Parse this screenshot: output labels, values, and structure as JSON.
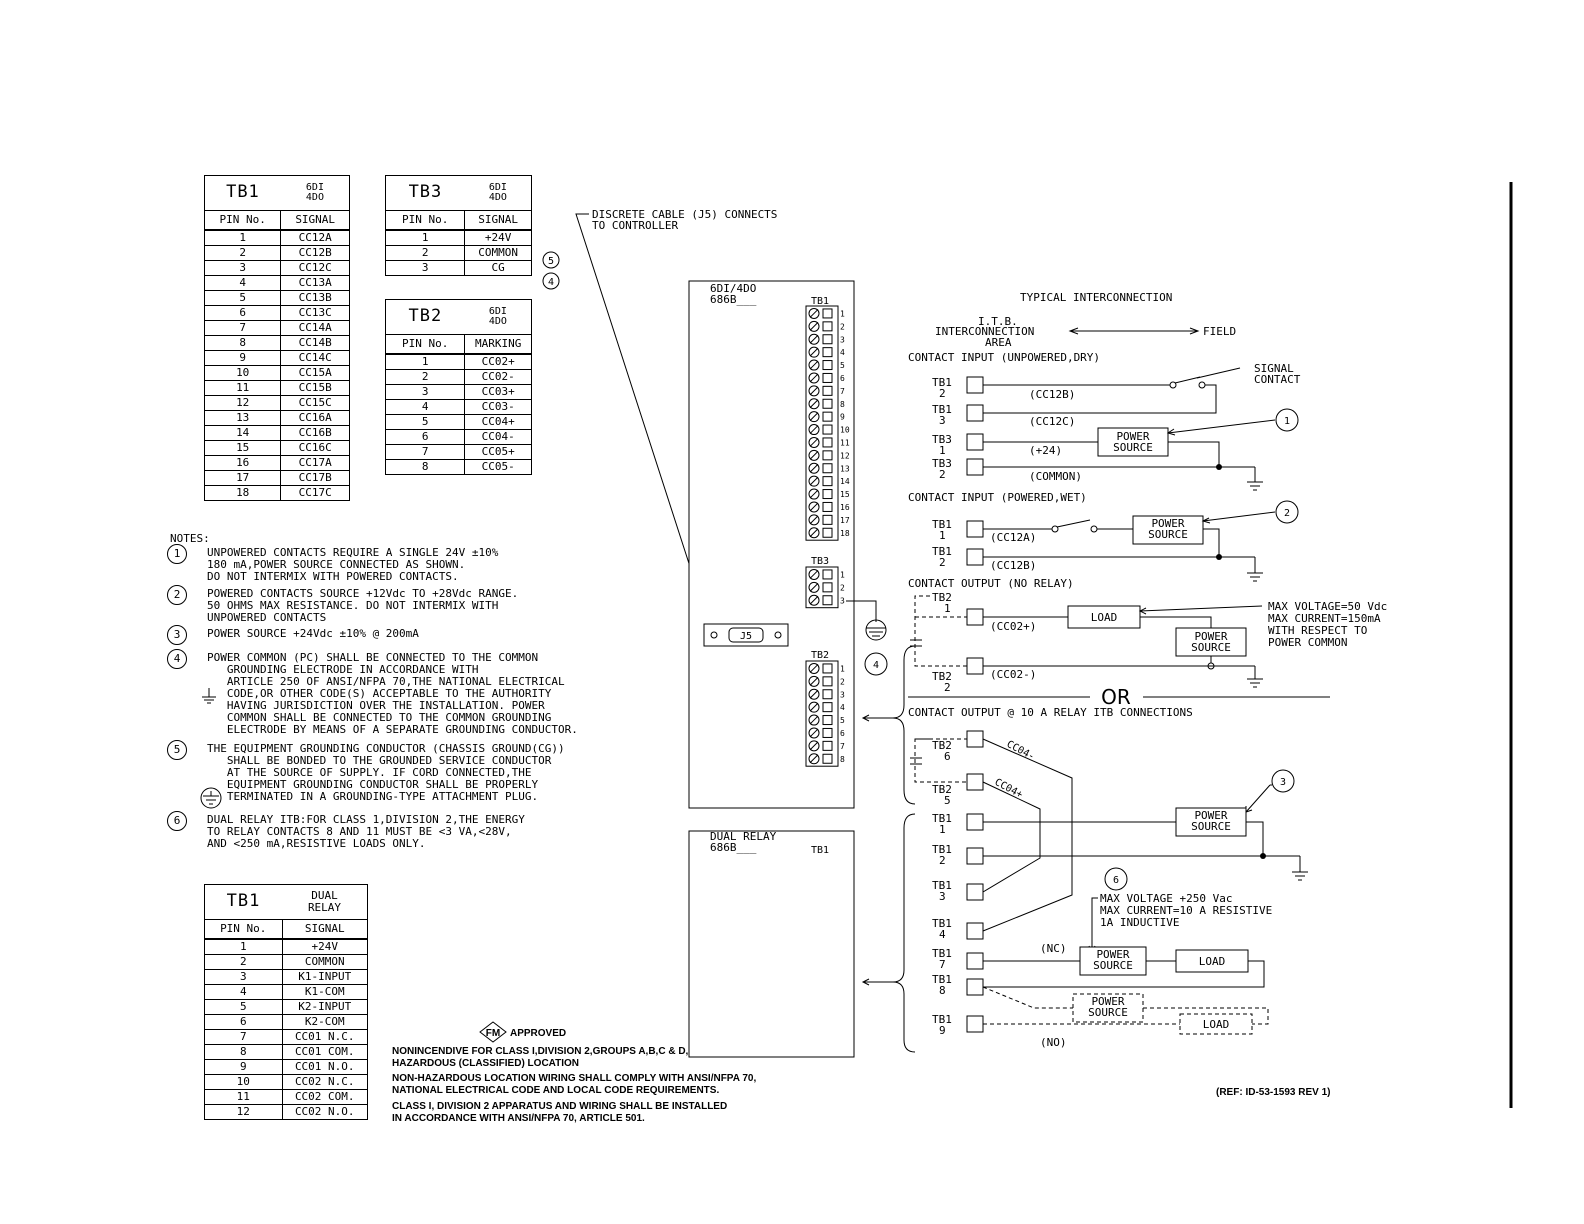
{
  "tb1_table": {
    "title": "TB1",
    "sub1": "6DI",
    "sub2": "4DO",
    "col_pin": "PIN No.",
    "col_signal": "SIGNAL",
    "rows": [
      [
        "1",
        "CC12A"
      ],
      [
        "2",
        "CC12B"
      ],
      [
        "3",
        "CC12C"
      ],
      [
        "4",
        "CC13A"
      ],
      [
        "5",
        "CC13B"
      ],
      [
        "6",
        "CC13C"
      ],
      [
        "7",
        "CC14A"
      ],
      [
        "8",
        "CC14B"
      ],
      [
        "9",
        "CC14C"
      ],
      [
        "10",
        "CC15A"
      ],
      [
        "11",
        "CC15B"
      ],
      [
        "12",
        "CC15C"
      ],
      [
        "13",
        "CC16A"
      ],
      [
        "14",
        "CC16B"
      ],
      [
        "15",
        "CC16C"
      ],
      [
        "16",
        "CC17A"
      ],
      [
        "17",
        "CC17B"
      ],
      [
        "18",
        "CC17C"
      ]
    ]
  },
  "tb3_table": {
    "title": "TB3",
    "sub1": "6DI",
    "sub2": "4DO",
    "col_pin": "PIN No.",
    "col_signal": "SIGNAL",
    "rows": [
      [
        "1",
        "+24V"
      ],
      [
        "2",
        "COMMON"
      ],
      [
        "3",
        "CG"
      ]
    ]
  },
  "tb2_table": {
    "title": "TB2",
    "sub1": "6DI",
    "sub2": "4DO",
    "col_pin": "PIN No.",
    "col_signal": "MARKING",
    "rows": [
      [
        "1",
        "CC02+"
      ],
      [
        "2",
        "CC02-"
      ],
      [
        "3",
        "CC03+"
      ],
      [
        "4",
        "CC03-"
      ],
      [
        "5",
        "CC04+"
      ],
      [
        "6",
        "CC04-"
      ],
      [
        "7",
        "CC05+"
      ],
      [
        "8",
        "CC05-"
      ]
    ]
  },
  "relay_table": {
    "title": "TB1",
    "sub1": "DUAL",
    "sub2": "RELAY",
    "col_pin": "PIN No.",
    "col_signal": "SIGNAL",
    "rows": [
      [
        "1",
        "+24V"
      ],
      [
        "2",
        "COMMON"
      ],
      [
        "3",
        "K1-INPUT"
      ],
      [
        "4",
        "K1-COM"
      ],
      [
        "5",
        "K2-INPUT"
      ],
      [
        "6",
        "K2-COM"
      ],
      [
        "7",
        "CC01 N.C."
      ],
      [
        "8",
        "CC01 COM."
      ],
      [
        "9",
        "CC01 N.O."
      ],
      [
        "10",
        "CC02 N.C."
      ],
      [
        "11",
        "CC02 COM."
      ],
      [
        "12",
        "CC02 N.O."
      ]
    ]
  },
  "tb3_markers": [
    "5",
    "4"
  ],
  "notes": {
    "heading": "NOTES:",
    "items": [
      {
        "num": "1",
        "lines": [
          "UNPOWERED CONTACTS REQUIRE A SINGLE 24V ±10%",
          "180 mA,POWER SOURCE CONNECTED AS SHOWN.",
          "DO NOT INTERMIX WITH POWERED CONTACTS."
        ]
      },
      {
        "num": "2",
        "lines": [
          "POWERED CONTACTS SOURCE +12Vdc TO +28Vdc RANGE.",
          "50 OHMS MAX RESISTANCE. DO NOT INTERMIX WITH",
          "UNPOWERED CONTACTS"
        ]
      },
      {
        "num": "3",
        "lines": [
          "POWER SOURCE +24Vdc ±10% @ 200mA"
        ]
      },
      {
        "num": "4",
        "lines": [
          "POWER COMMON (PC) SHALL BE CONNECTED TO THE COMMON",
          "   GROUNDING ELECTRODE IN ACCORDANCE WITH",
          "   ARTICLE 250 OF ANSI/NFPA 70,THE NATIONAL ELECTRICAL",
          "   CODE,OR OTHER CODE(S) ACCEPTABLE TO THE AUTHORITY",
          "   HAVING JURISDICTION OVER THE INSTALLATION. POWER",
          "   COMMON SHALL BE CONNECTED TO THE COMMON GROUNDING",
          "   ELECTRODE BY MEANS OF A SEPARATE GROUNDING CONDUCTOR."
        ]
      },
      {
        "num": "5",
        "lines": [
          "THE EQUIPMENT GROUNDING CONDUCTOR (CHASSIS GROUND(CG))",
          "   SHALL BE BONDED TO THE GROUNDED SERVICE CONDUCTOR",
          "   AT THE SOURCE OF SUPPLY. IF CORD CONNECTED,THE",
          "   EQUIPMENT GROUNDING CONDUCTOR SHALL BE PROPERLY",
          "   TERMINATED IN A GROUNDING-TYPE ATTACHMENT PLUG."
        ]
      },
      {
        "num": "6",
        "lines": [
          "DUAL RELAY ITB:FOR CLASS 1,DIVISION 2,THE ENERGY",
          "TO RELAY CONTACTS 8 AND 11 MUST BE <3 VA,<28V,",
          "AND <250 mA,RESISTIVE LOADS ONLY."
        ]
      }
    ]
  },
  "approval": {
    "badge": "FM",
    "approved": "APPROVED",
    "lines": [
      "NONINCENDIVE FOR CLASS I,DIVISION 2,GROUPS A,B,C & D,",
      "HAZARDOUS (CLASSIFIED) LOCATION",
      "NON-HAZARDOUS LOCATION WIRING SHALL COMPLY WITH ANSI/NFPA 70,",
      "NATIONAL ELECTRICAL CODE AND LOCAL CODE REQUIREMENTS.",
      "CLASS I, DIVISION 2 APPARATUS AND WIRING SHALL BE INSTALLED",
      "IN ACCORDANCE WITH ANSI/NFPA 70, ARTICLE 501."
    ]
  },
  "module": {
    "name": "6DI/4DO",
    "part": "686B___",
    "tb1": "TB1",
    "tb3": "TB3",
    "tb2": "TB2",
    "connector": "J5",
    "cable_note": [
      "DISCRETE CABLE (J5) CONNECTS",
      "TO CONTROLLER"
    ],
    "ground_marker": "4"
  },
  "relay_module": {
    "name": "DUAL RELAY",
    "part": "686B___",
    "tb1": "TB1"
  },
  "interconnect": {
    "title": "TYPICAL INTERCONNECTION",
    "itb": [
      "I.T.B.",
      "INTERCONNECTION",
      "AREA"
    ],
    "field": "FIELD",
    "ci_unpowered": "CONTACT INPUT (UNPOWERED,DRY)",
    "ci_powered": "CONTACT INPUT (POWERED,WET)",
    "co_norelay": "CONTACT OUTPUT (NO RELAY)",
    "or_label": "OR",
    "co_relay": "CONTACT OUTPUT @ 10 A RELAY ITB CONNECTIONS",
    "signal_contact": [
      "SIGNAL",
      "CONTACT"
    ],
    "power_source": [
      "POWER",
      "SOURCE"
    ],
    "load": "LOAD",
    "w_cc12b": "(CC12B)",
    "w_cc12c": "(CC12C)",
    "w_p24": "(+24)",
    "w_common": "(COMMON)",
    "w_cc12a": "(CC12A)",
    "w_cc12b2": "(CC12B)",
    "w_cc02p": "(CC02+)",
    "w_cc02m": "(CC02-)",
    "w_nc": "(NC)",
    "w_no": "(NO)",
    "cc04m": "CC04-",
    "cc04p": "CC04+",
    "max_output": [
      "MAX VOLTAGE=50 Vdc",
      "MAX CURRENT=150mA",
      "WITH RESPECT TO",
      "POWER COMMON"
    ],
    "max_relay": [
      "MAX VOLTAGE +250 Vac",
      "MAX CURRENT=10 A RESISTIVE",
      "1A INDUCTIVE"
    ],
    "term": {
      "tb1_2": [
        "TB1",
        "2"
      ],
      "tb1_3": [
        "TB1",
        "3"
      ],
      "tb3_1": [
        "TB3",
        "1"
      ],
      "tb3_2": [
        "TB3",
        "2"
      ],
      "tb1_1w": [
        "TB1",
        "1"
      ],
      "tb1_2w": [
        "TB1",
        "2"
      ],
      "tb2_1": [
        "TB2",
        "1"
      ],
      "tb2_2": [
        "TB2",
        "2"
      ],
      "tb2_6": [
        "TB2",
        "6"
      ],
      "tb2_5": [
        "TB2",
        "5"
      ],
      "r1": [
        "TB1",
        "1"
      ],
      "r2": [
        "TB1",
        "2"
      ],
      "r3": [
        "TB1",
        "3"
      ],
      "r4": [
        "TB1",
        "4"
      ],
      "r7": [
        "TB1",
        "7"
      ],
      "r8": [
        "TB1",
        "8"
      ],
      "r9": [
        "TB1",
        "9"
      ]
    },
    "callouts": [
      "1",
      "2",
      "3",
      "6"
    ]
  },
  "reference": "(REF: ID-53-1593  REV 1)"
}
